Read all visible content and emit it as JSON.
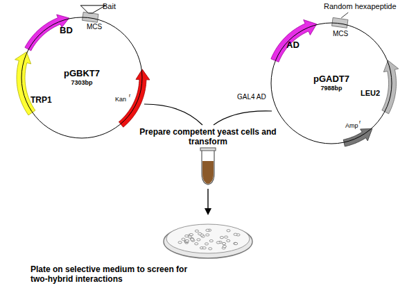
{
  "diagram": {
    "nodes": [
      {
        "text": [
          "pGBKT7",
          "7303bp"
        ]
      },
      {
        "text": [
          "pGADT7",
          "7988bp"
        ]
      }
    ],
    "labels": [
      "Bait",
      "BD",
      "MCS",
      "TRP1",
      "Kan",
      "r",
      "Random hexapeptide",
      "AD",
      "MCS",
      "LEU2",
      "Amp",
      "r",
      "GAL4 AD",
      "Prepare competent yeast cells and transform",
      "Plate on selective medium to screen for two-hybrid interactions"
    ]
  }
}
